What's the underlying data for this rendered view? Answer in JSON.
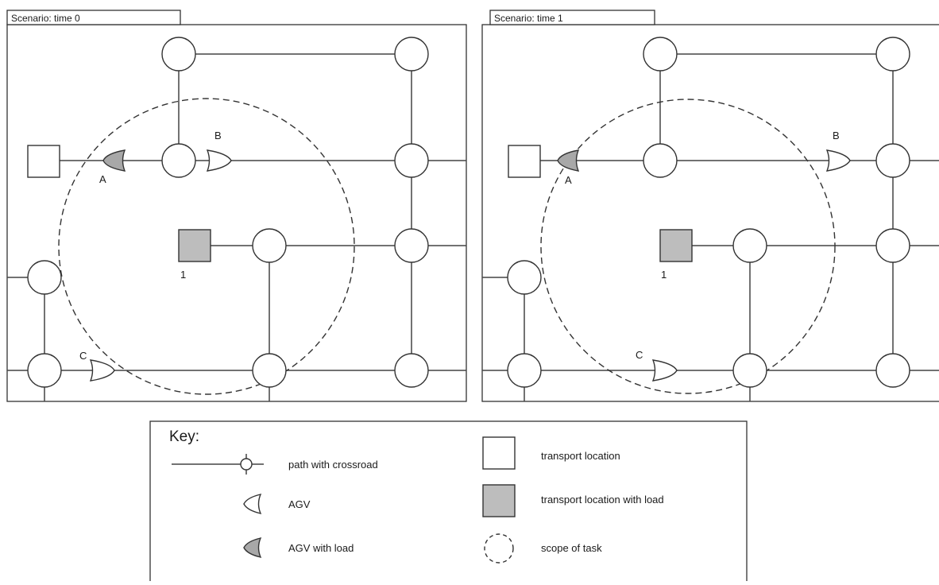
{
  "panels": [
    {
      "title": "Scenario: time 0",
      "agvs": [
        {
          "label": "A",
          "loaded": true
        },
        {
          "label": "B",
          "loaded": false
        },
        {
          "label": "C",
          "loaded": false
        }
      ],
      "location_label": "1"
    },
    {
      "title": "Scenario: time 1",
      "agvs": [
        {
          "label": "A",
          "loaded": true
        },
        {
          "label": "B",
          "loaded": false
        },
        {
          "label": "C",
          "loaded": false
        }
      ],
      "location_label": "1"
    }
  ],
  "key": {
    "title": "Key:",
    "items": {
      "path": "path with crossroad",
      "agv": "AGV",
      "agv_load": "AGV with load",
      "loc": "transport location",
      "loc_load": "transport location with load",
      "scope": "scope of task"
    }
  },
  "colors": {
    "load_fill": "#a8a8a8",
    "loaded_location_fill": "#bdbdbd",
    "line": "#333333"
  }
}
